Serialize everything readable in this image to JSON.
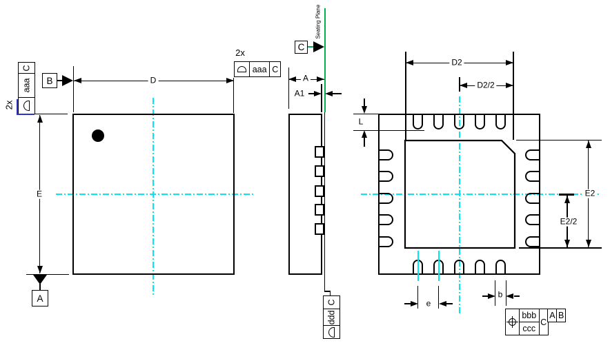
{
  "colors": {
    "line": "#000000",
    "centerline_cyan": "#00e8f2",
    "seating_plane_green": "#00b050",
    "artifact_blue": "#2a35c8"
  },
  "top_view": {
    "dim_d": "D",
    "dim_e": "E",
    "datum_a": "A",
    "datum_b": "B",
    "fcf_left": {
      "qty": "2x",
      "symbol": "profile-of-surface",
      "tolerance": "aaa",
      "datum": "C"
    },
    "fcf_top_right": {
      "qty": "2x",
      "symbol": "profile-of-surface",
      "tolerance": "aaa",
      "datum": "C"
    }
  },
  "side_view": {
    "seating_plane_label": "Seating Plane",
    "datum_c": "C",
    "dim_a": "A",
    "dim_a1": "A1",
    "fcf_bottom": {
      "symbol": "profile-of-surface",
      "tolerance": "ddd",
      "datum": "C"
    }
  },
  "bottom_view": {
    "dim_d2": "D2",
    "dim_d2_half": "D2/2",
    "dim_e2": "E2",
    "dim_e2_half": "E2/2",
    "dim_l": "L",
    "dim_pitch_e": "e",
    "dim_b": "b",
    "fcf_position": {
      "symbol": "true-position",
      "tol_upper": "bbb",
      "tol_lower": "ccc",
      "datum_primary": "C",
      "datum_secondary": "A",
      "datum_tertiary": "B"
    }
  }
}
